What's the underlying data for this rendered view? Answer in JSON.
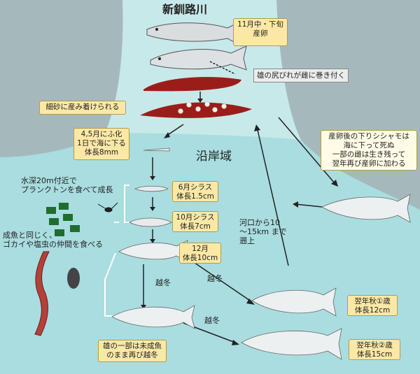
{
  "river_label": "新釧路川",
  "coastal_label": "沿岸域",
  "spawn_time": "11月中・下旬\n産卵",
  "male_fin_note": "雄の尻びれが雌に巻き付く",
  "eggs_sand": "細砂に産み着けられる",
  "hatch": "4,5月にふ化\n1日で海に下る\n体長8mm",
  "plankton_note": "水深20m付近で\nプランクトンを食べて成長",
  "june": "6月シラス\n体長1.5cm",
  "october": "10月シラス\n体長7cm",
  "adult_food_note": "成魚と同じく、\nゴカイや塩虫の仲間を食べる",
  "december": "12月\n体長10cm",
  "migration_note": "河口から10\n～15km まで\n遡上",
  "after_spawn_note": "産卵後の下りシシャモは\n海に下って死ぬ\n一部の雌は生き残って\n翌年再び産卵に加わる",
  "overwinter": "越冬",
  "year1": "翌年秋①歳\n体長12cm",
  "year2": "翌年秋②歳\n体長15cm",
  "immature_note": "雄の一部は未成魚\nのまま再び越冬",
  "colors": {
    "sea": "#a9dde0",
    "land": "#a5b9bd",
    "river": "#c8e9ea",
    "sand": "#9b1d1a",
    "box": "#fbe8a6"
  }
}
